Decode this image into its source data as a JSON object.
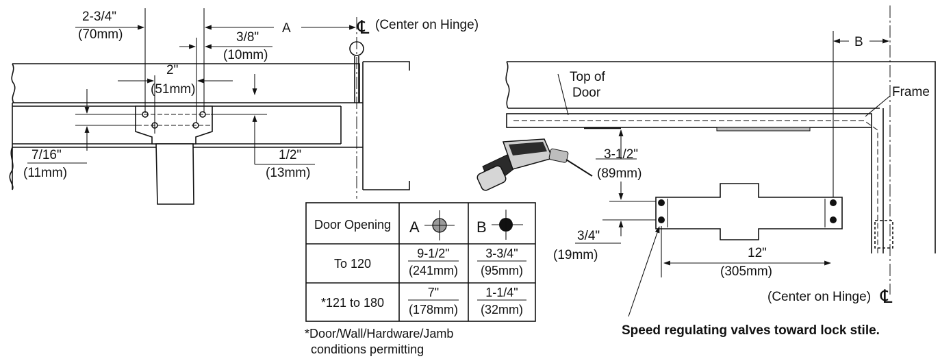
{
  "left_drawing": {
    "dim_70": {
      "imperial": "2-3/4\"",
      "metric": "(70mm)"
    },
    "dim_a": "A",
    "centerline_symbol": "℄",
    "center_on_hinge": "(Center on Hinge)",
    "dim_10": {
      "imperial": "3/8\"",
      "metric": "(10mm)"
    },
    "dim_51": {
      "imperial": "2\"",
      "metric": "(51mm)"
    },
    "dim_11": {
      "imperial": "7/16\"",
      "metric": "(11mm)"
    },
    "dim_13": {
      "imperial": "1/2\"",
      "metric": "(13mm)"
    }
  },
  "right_drawing": {
    "dim_b": "B",
    "top_of_door": [
      "Top of",
      "Door"
    ],
    "frame": "Frame",
    "dim_89": {
      "imperial": "3-1/2\"",
      "metric": "(89mm)"
    },
    "dim_19": {
      "imperial": "3/4\"",
      "metric": "(19mm)"
    },
    "dim_305": {
      "imperial": "12\"",
      "metric": "(305mm)"
    },
    "center_on_hinge": "(Center on Hinge)",
    "centerline_symbol": "℄",
    "note": "Speed regulating valves toward lock stile."
  },
  "table": {
    "header": {
      "col1": "Door Opening",
      "col2": "A",
      "col3": "B"
    },
    "rows": [
      {
        "opening": "To 120",
        "a": {
          "imperial": "9-1/2\"",
          "metric": "(241mm)"
        },
        "b": {
          "imperial": "3-3/4\"",
          "metric": "(95mm)"
        }
      },
      {
        "opening": "*121 to 180",
        "a": {
          "imperial": "7\"",
          "metric": "(178mm)"
        },
        "b": {
          "imperial": "1-1/4\"",
          "metric": "(32mm)"
        }
      }
    ],
    "footnote": [
      "*Door/Wall/Hardware/Jamb",
      "conditions permitting"
    ]
  },
  "colors": {
    "line": "#111111",
    "marker_a": "#9a9a9a",
    "marker_b": "#111111",
    "plate": "#bdbdbd"
  }
}
